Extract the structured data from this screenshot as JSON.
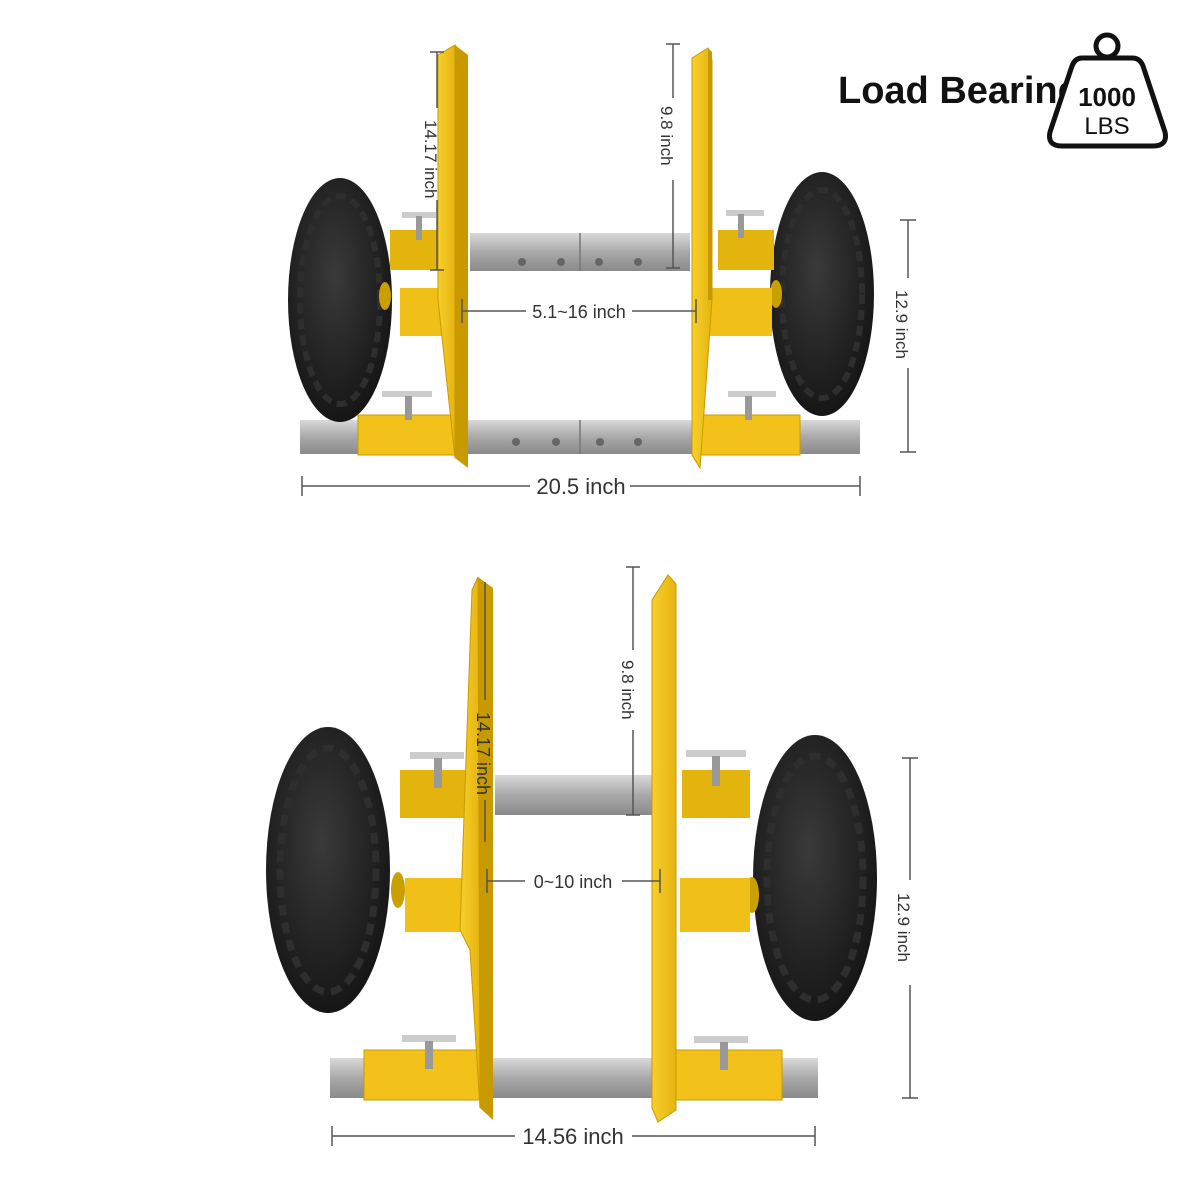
{
  "header": {
    "load_label": "Load Bearing:",
    "capacity_value": "1000",
    "capacity_unit": "LBS"
  },
  "top_view": {
    "plate_height_label": "14.17 inch",
    "plate_gap_height_label": "9.8 inch",
    "width_range_label": "5.1~16 inch",
    "depth_label": "12.9 inch",
    "overall_width_label": "20.5 inch"
  },
  "bottom_view": {
    "plate_height_label": "14.17 inch",
    "plate_gap_height_label": "9.8 inch",
    "width_range_label": "0~10 inch",
    "depth_label": "12.9 inch",
    "overall_width_label": "14.56 inch"
  },
  "colors": {
    "plate_yellow": "#f2c21a",
    "plate_edge": "#c99a00",
    "tire_black": "#1b1b1b",
    "tube_silver": "#b8b8b8",
    "dimension_line": "#555555"
  }
}
